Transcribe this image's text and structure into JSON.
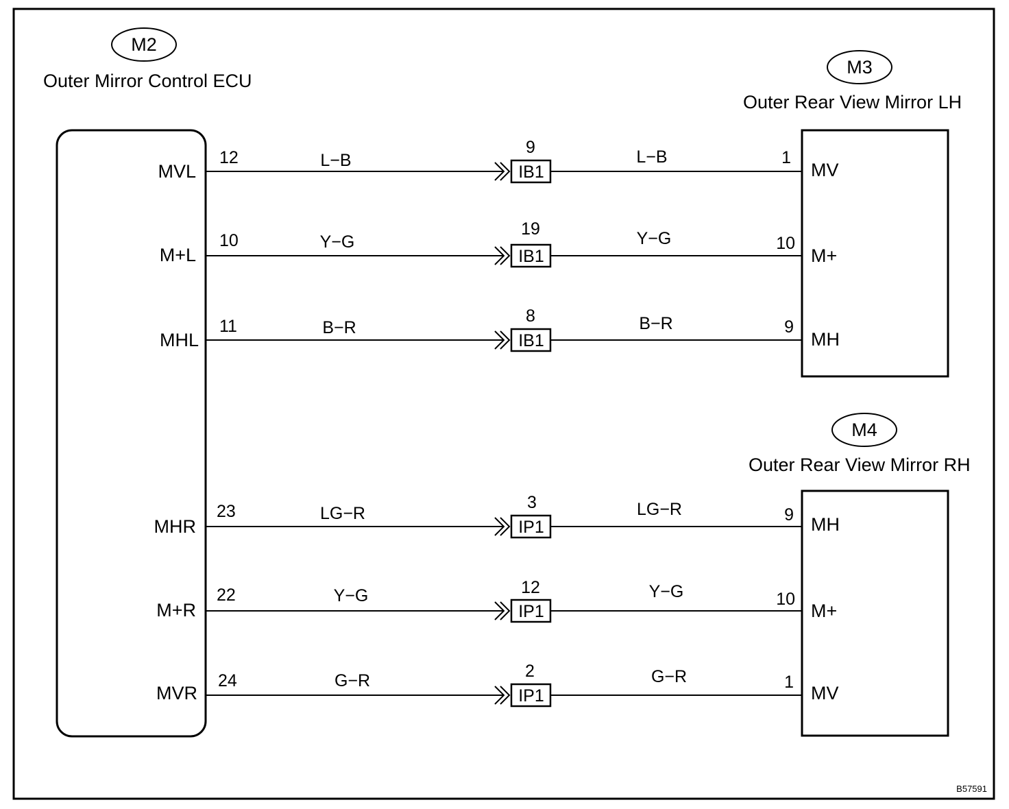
{
  "components": {
    "ecu": {
      "code": "M2",
      "name": "Outer Mirror Control ECU"
    },
    "mirror_lh": {
      "code": "M3",
      "name": "Outer Rear View Mirror LH"
    },
    "mirror_rh": {
      "code": "M4",
      "name": "Outer Rear View Mirror RH"
    }
  },
  "circuits": [
    {
      "ecu_terminal": "MVL",
      "ecu_pin": "12",
      "wire_ecu_side": "L−B",
      "connector": "IB1",
      "connector_pin": "9",
      "wire_mirror_side": "L−B",
      "mirror_pin": "1",
      "mirror_terminal": "MV"
    },
    {
      "ecu_terminal": "M+L",
      "ecu_pin": "10",
      "wire_ecu_side": "Y−G",
      "connector": "IB1",
      "connector_pin": "19",
      "wire_mirror_side": "Y−G",
      "mirror_pin": "10",
      "mirror_terminal": "M+"
    },
    {
      "ecu_terminal": "MHL",
      "ecu_pin": "11",
      "wire_ecu_side": "B−R",
      "connector": "IB1",
      "connector_pin": "8",
      "wire_mirror_side": "B−R",
      "mirror_pin": "9",
      "mirror_terminal": "MH"
    },
    {
      "ecu_terminal": "MHR",
      "ecu_pin": "23",
      "wire_ecu_side": "LG−R",
      "connector": "IP1",
      "connector_pin": "3",
      "wire_mirror_side": "LG−R",
      "mirror_pin": "9",
      "mirror_terminal": "MH"
    },
    {
      "ecu_terminal": "M+R",
      "ecu_pin": "22",
      "wire_ecu_side": "Y−G",
      "connector": "IP1",
      "connector_pin": "12",
      "wire_mirror_side": "Y−G",
      "mirror_pin": "10",
      "mirror_terminal": "M+"
    },
    {
      "ecu_terminal": "MVR",
      "ecu_pin": "24",
      "wire_ecu_side": "G−R",
      "connector": "IP1",
      "connector_pin": "2",
      "wire_mirror_side": "G−R",
      "mirror_pin": "1",
      "mirror_terminal": "MV"
    }
  ],
  "figure_id": "B57591"
}
